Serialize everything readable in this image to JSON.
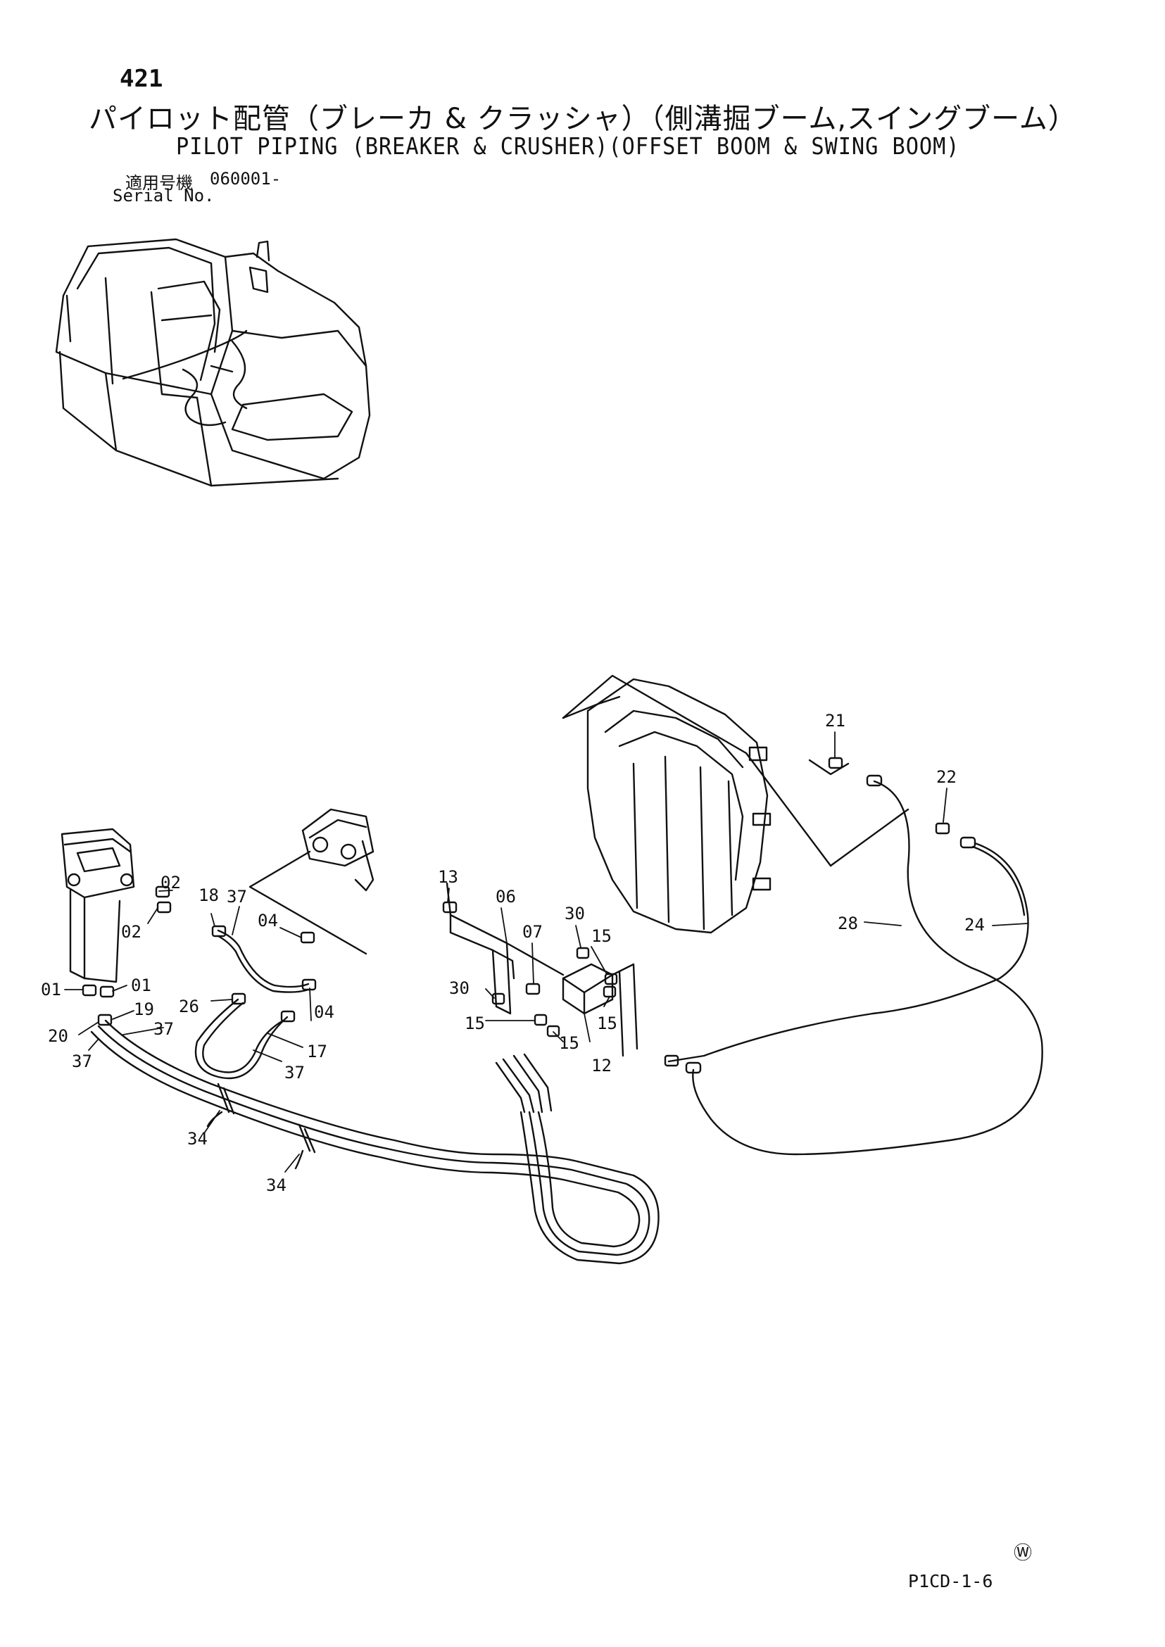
{
  "header": {
    "page_number": "421",
    "title_jp": "パイロット配管（ブレーカ & クラッシャ）（側溝掘ブーム,スイングブーム）",
    "title_en": "PILOT PIPING (BREAKER & CRUSHER)(OFFSET BOOM & SWING BOOM)",
    "serial_label_jp": "適用号機",
    "serial_label_en": "Serial No.",
    "serial_number": "060001-"
  },
  "callouts": [
    {
      "id": "c21a",
      "label": "21"
    },
    {
      "id": "c22a",
      "label": "22"
    },
    {
      "id": "c28",
      "label": "28"
    },
    {
      "id": "c24",
      "label": "24"
    },
    {
      "id": "c13",
      "label": "13"
    },
    {
      "id": "c06",
      "label": "06"
    },
    {
      "id": "c30a",
      "label": "30"
    },
    {
      "id": "c07",
      "label": "07"
    },
    {
      "id": "c15a",
      "label": "15"
    },
    {
      "id": "c30b",
      "label": "30"
    },
    {
      "id": "c15b",
      "label": "15"
    },
    {
      "id": "c15c",
      "label": "15"
    },
    {
      "id": "c15d",
      "label": "15"
    },
    {
      "id": "c12",
      "label": "12"
    },
    {
      "id": "c02a",
      "label": "02"
    },
    {
      "id": "c18",
      "label": "18"
    },
    {
      "id": "c37a",
      "label": "37"
    },
    {
      "id": "c04a",
      "label": "04"
    },
    {
      "id": "c02b",
      "label": "02"
    },
    {
      "id": "c01a",
      "label": "01"
    },
    {
      "id": "c01b",
      "label": "01"
    },
    {
      "id": "c19",
      "label": "19"
    },
    {
      "id": "c26",
      "label": "26"
    },
    {
      "id": "c04b",
      "label": "04"
    },
    {
      "id": "c20",
      "label": "20"
    },
    {
      "id": "c37b",
      "label": "37"
    },
    {
      "id": "c37c",
      "label": "37"
    },
    {
      "id": "c17",
      "label": "17"
    },
    {
      "id": "c37d",
      "label": "37"
    },
    {
      "id": "c34a",
      "label": "34"
    },
    {
      "id": "c34b",
      "label": "34"
    }
  ],
  "footer": {
    "corner_mark": "Ⓦ",
    "drawing_code": "P1CD-1-6"
  }
}
